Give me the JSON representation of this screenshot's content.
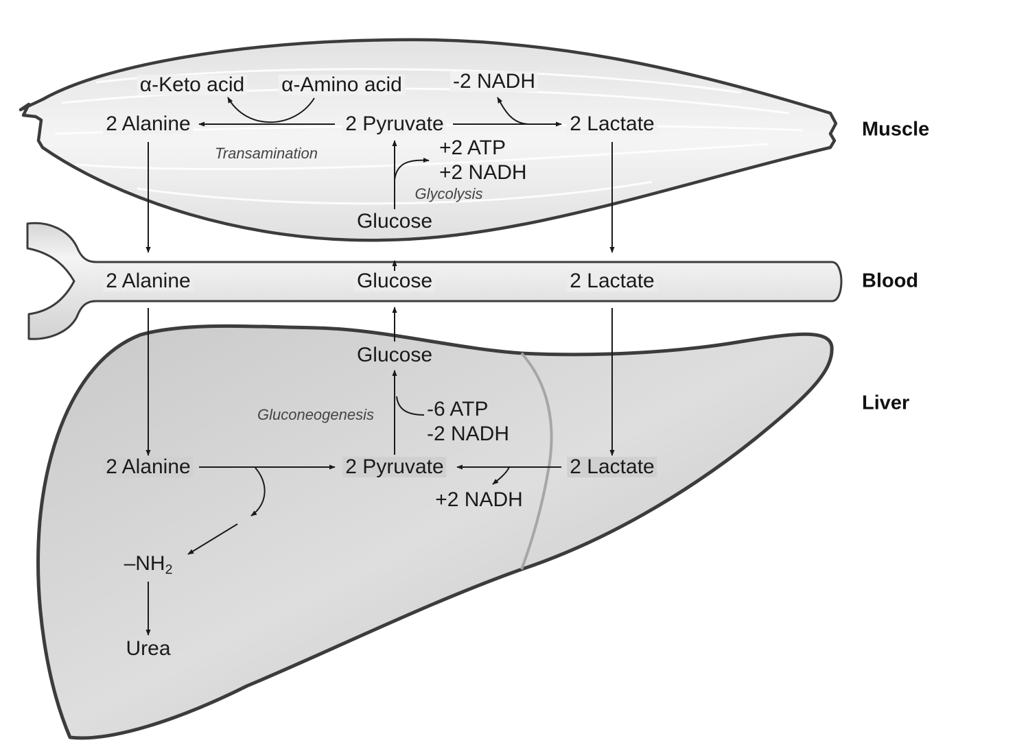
{
  "regions": {
    "muscle": "Muscle",
    "blood": "Blood",
    "liver": "Liver"
  },
  "muscle": {
    "keto_acid": "α-Keto acid",
    "amino_acid": "α-Amino acid",
    "nadh_minus": "-2 NADH",
    "alanine": "2 Alanine",
    "pyruvate": "2 Pyruvate",
    "lactate": "2 Lactate",
    "transamination": "Transamination",
    "atp_plus": "+2 ATP",
    "nadh_plus": "+2 NADH",
    "glycolysis": "Glycolysis",
    "glucose": "Glucose"
  },
  "blood": {
    "alanine": "2 Alanine",
    "glucose": "Glucose",
    "lactate": "2 Lactate"
  },
  "liver": {
    "glucose": "Glucose",
    "gluconeogenesis": "Gluconeogenesis",
    "atp_minus": "-6 ATP",
    "nadh_minus": "-2 NADH",
    "alanine": "2 Alanine",
    "pyruvate": "2 Pyruvate",
    "lactate": "2 Lactate",
    "nadh_plus": "+2 NADH",
    "amine_prefix": "–NH",
    "amine_sub": "2",
    "urea": "Urea"
  }
}
